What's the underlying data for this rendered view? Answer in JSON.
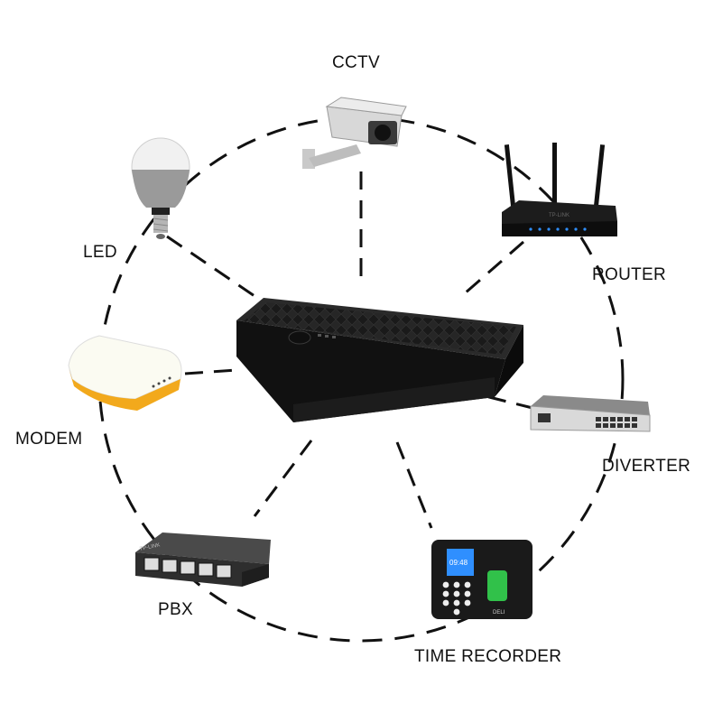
{
  "labels": {
    "cctv": "CCTV",
    "led": "LED",
    "router": "ROUTER",
    "modem": "MODEM",
    "diverter": "DIVERTER",
    "pbx": "PBX",
    "time_recorder": "TIME RECORDER"
  },
  "router_brand": "TP-LINK",
  "pbx_brand": "TP-LINK",
  "time_recorder": {
    "clock": "09:48",
    "brand": "DELI"
  },
  "colors": {
    "connection": "#111111",
    "ups_body": "#1b1b1b",
    "modem_accent": "#f2a91c",
    "led_indicator": "#2f8fff",
    "fingerprint": "#31c14a"
  }
}
